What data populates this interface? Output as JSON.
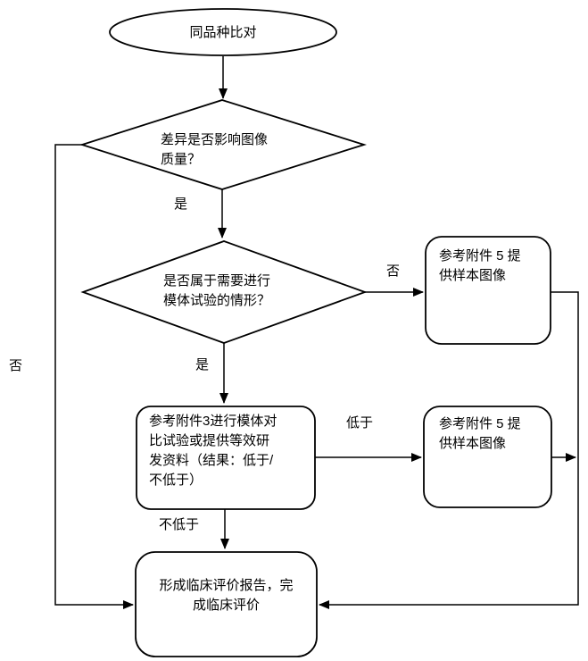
{
  "diagram": {
    "stroke_color": "#000000",
    "fill_color": "#ffffff",
    "nodes": {
      "start": {
        "type": "terminator",
        "label": "同品种比对"
      },
      "decision_image_quality": {
        "type": "decision",
        "label": "差异是否影响图像\n质量？"
      },
      "decision_phantom_case": {
        "type": "decision",
        "label": "是否属于需要进行\n模体试验的情形？"
      },
      "box_sample_images_top": {
        "type": "process",
        "label": "参考附件 5 提\n供样本图像"
      },
      "box_phantom_comparison": {
        "type": "process",
        "label": "参考附件3进行模体对\n比试验或提供等效研\n发资料（结果：低于/\n不低于）"
      },
      "box_sample_images_mid": {
        "type": "process",
        "label": "参考附件 5 提\n供样本图像"
      },
      "end_clinical_evaluation": {
        "type": "terminator",
        "label": "形成临床评价报告，完\n成临床评价"
      }
    },
    "edge_labels": {
      "yes_1": "是",
      "yes_2": "是",
      "no_right": "否",
      "no_left": "否",
      "lower": "低于",
      "not_lower": "不低于"
    }
  }
}
